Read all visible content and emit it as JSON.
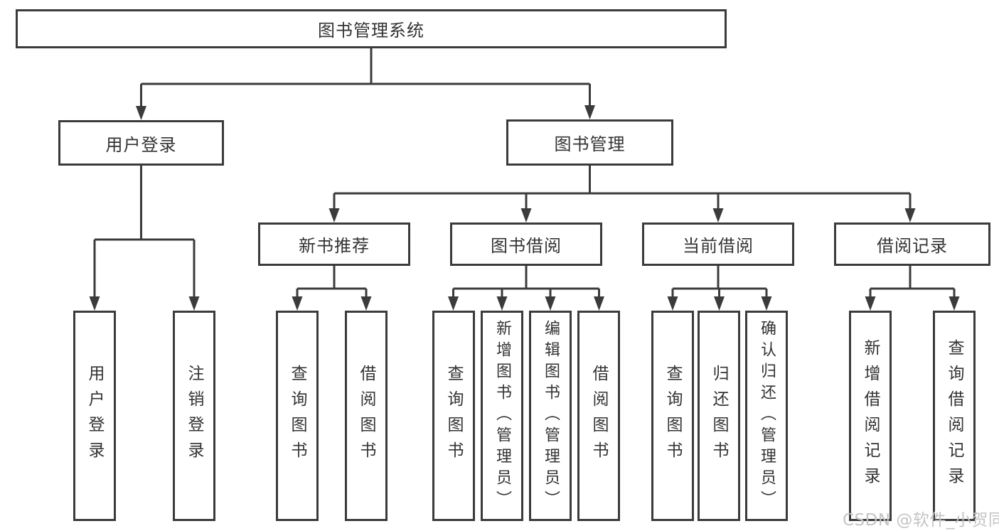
{
  "diagram": {
    "root": {
      "label": "图书管理系统"
    },
    "level2": [
      {
        "label": "用户登录"
      },
      {
        "label": "图书管理"
      }
    ],
    "level3": [
      {
        "label": "新书推荐"
      },
      {
        "label": "图书借阅"
      },
      {
        "label": "当前借阅"
      },
      {
        "label": "借阅记录"
      }
    ],
    "leaves": [
      {
        "label": "用户登录"
      },
      {
        "label": "注销登录"
      },
      {
        "label": "查询图书"
      },
      {
        "label": "借阅图书"
      },
      {
        "label": "查询图书"
      },
      {
        "label": "新增图书（管理员）"
      },
      {
        "label": "编辑图书（管理员）"
      },
      {
        "label": "借阅图书"
      },
      {
        "label": "查询图书"
      },
      {
        "label": "归还图书"
      },
      {
        "label": "确认归还（管理员）"
      },
      {
        "label": "新增借阅记录"
      },
      {
        "label": "查询借阅记录"
      }
    ]
  },
  "watermark": {
    "text": "CSDN @软件_小贺同学"
  },
  "colors": {
    "line": "#3b3b3b",
    "text": "#333333",
    "watermark": "#c4c4c4",
    "background": "#ffffff"
  }
}
